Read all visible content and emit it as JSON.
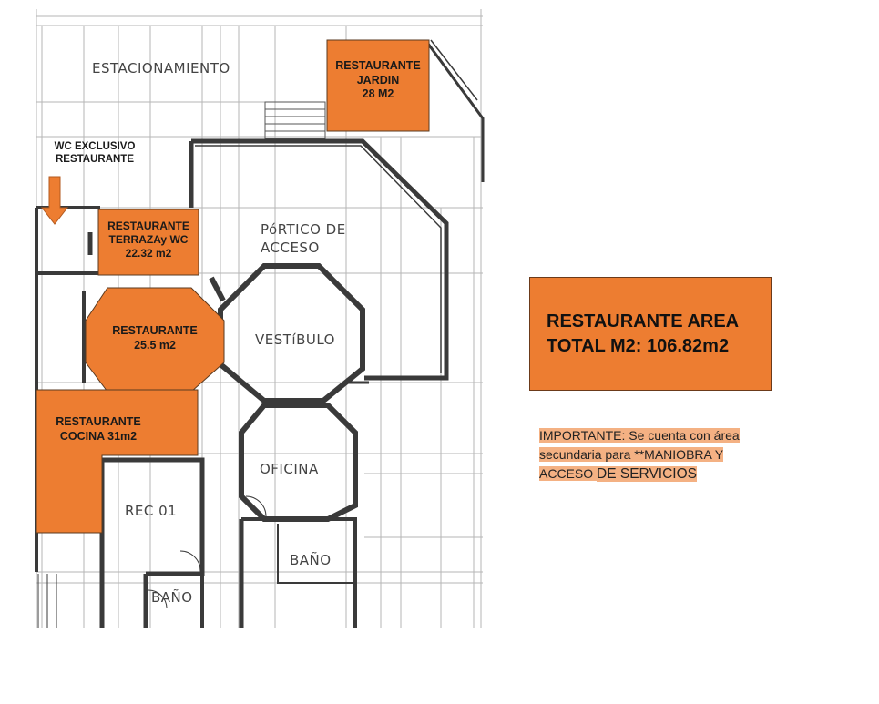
{
  "rooms": {
    "estacionamiento": "ESTACIONAMIENTO",
    "portico_line1": "PóRTICO DE",
    "portico_line2": "ACCESO",
    "vestibulo": "VESTíBULO",
    "oficina": "OFICINA",
    "rec01": "REC 01",
    "bano1": "BAÑO",
    "bano2": "BAÑO"
  },
  "restaurant_areas": {
    "jardin": [
      "RESTAURANTE",
      "JARDIN",
      "28 M2"
    ],
    "terraza": [
      "RESTAURANTE",
      "TERRAZAy WC",
      "22.32 m2"
    ],
    "central": [
      "RESTAURANTE",
      "25.5 m2"
    ],
    "cocina": [
      "RESTAURANTE",
      "COCINA 31m2"
    ]
  },
  "wc_label": [
    "WC EXCLUSIVO",
    "RESTAURANTE"
  ],
  "summary": {
    "line1": "RESTAURANTE AREA",
    "line2": "TOTAL M2: 106.82m2"
  },
  "note": {
    "line1": "IMPORTANTE: Se cuenta con área",
    "line2": "secundaria para **MANIOBRA Y",
    "line3a": "ACCESO",
    "line3b": "DE SERVICIOS"
  },
  "colors": {
    "highlight": "#ed7d31",
    "note_highlight": "#f4b183",
    "wall": "#3a3a3a",
    "grid": "#a8a8a8"
  }
}
